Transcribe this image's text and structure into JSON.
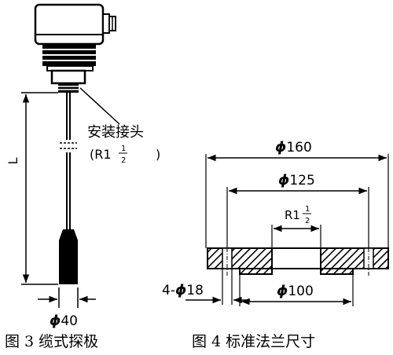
{
  "figure3": {
    "caption": "图 3 缆式探极",
    "fitting_label": "安装接头",
    "fitting_thread_prefix": "(R1",
    "fitting_thread_num": "1",
    "fitting_thread_den": "2",
    "fitting_thread_suffix": ")",
    "length_label": "L",
    "diameter_symbol": "ϕ",
    "diameter_value": "40"
  },
  "figure4": {
    "caption": "图 4 标准法兰尺寸",
    "outer_symbol": "ϕ",
    "outer_value": "160",
    "bolt_circle_symbol": "ϕ",
    "bolt_circle_value": "125",
    "thread_prefix": "R1",
    "thread_num": "1",
    "thread_den": "2",
    "holes_prefix": "4-",
    "holes_symbol": "ϕ",
    "holes_value": "18",
    "raised_face_symbol": "ϕ",
    "raised_face_value": "100"
  }
}
